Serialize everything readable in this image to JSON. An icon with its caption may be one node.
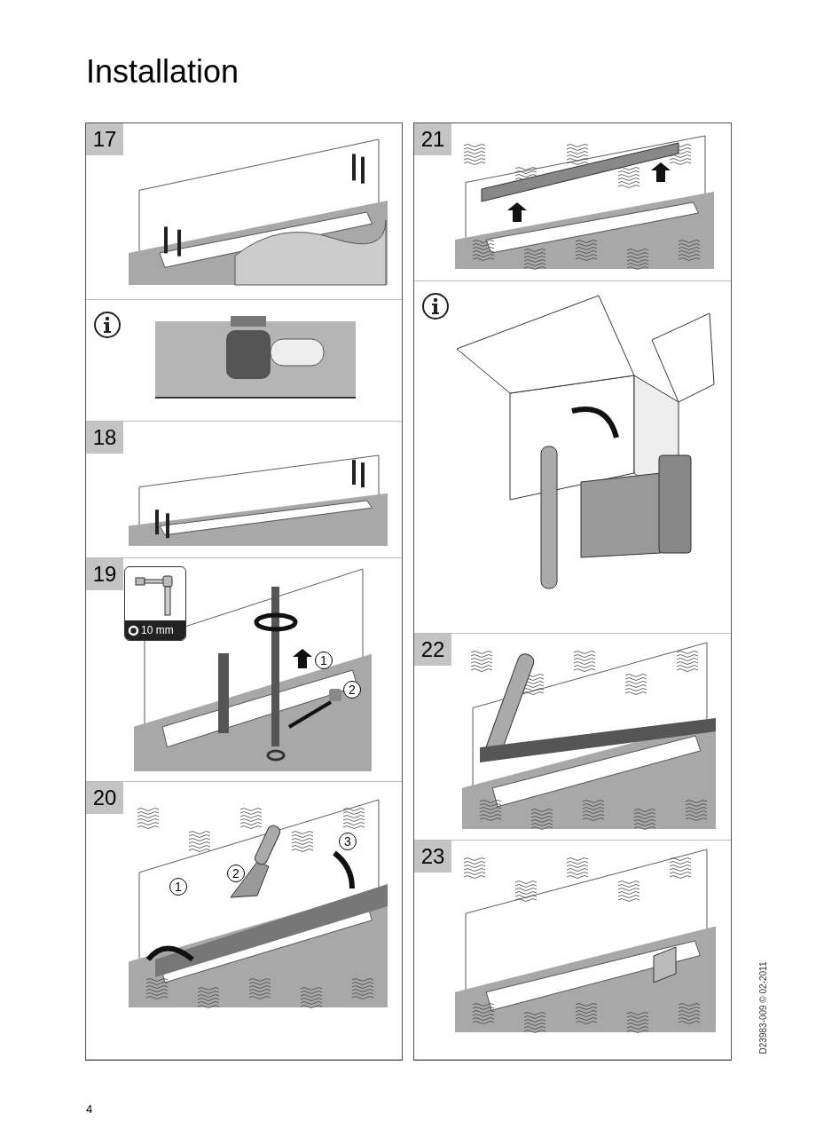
{
  "diagram": {
    "title": "Installation",
    "nodes": [
      {
        "text": [],
        "shape": "box"
      },
      {
        "text": [
          "17"
        ],
        "in": 0
      },
      {
        "text": [],
        "shape": "box",
        "in": 0
      },
      {
        "text": [
          "18"
        ],
        "in": 0
      },
      {
        "text": [
          "19"
        ],
        "in": 0
      },
      {
        "text": [
          "20"
        ],
        "in": 0
      },
      {
        "text": [],
        "shape": "box"
      },
      {
        "text": [
          "21"
        ],
        "in": 6
      },
      {
        "text": [],
        "shape": "box",
        "in": 6
      },
      {
        "text": [
          "22"
        ],
        "in": 6
      },
      {
        "text": [
          "23"
        ],
        "in": 6
      }
    ],
    "labels": [
      "10 mm",
      "1",
      "2",
      "1",
      "2",
      "3",
      "D23983-009 © 02-2011",
      "4"
    ]
  }
}
